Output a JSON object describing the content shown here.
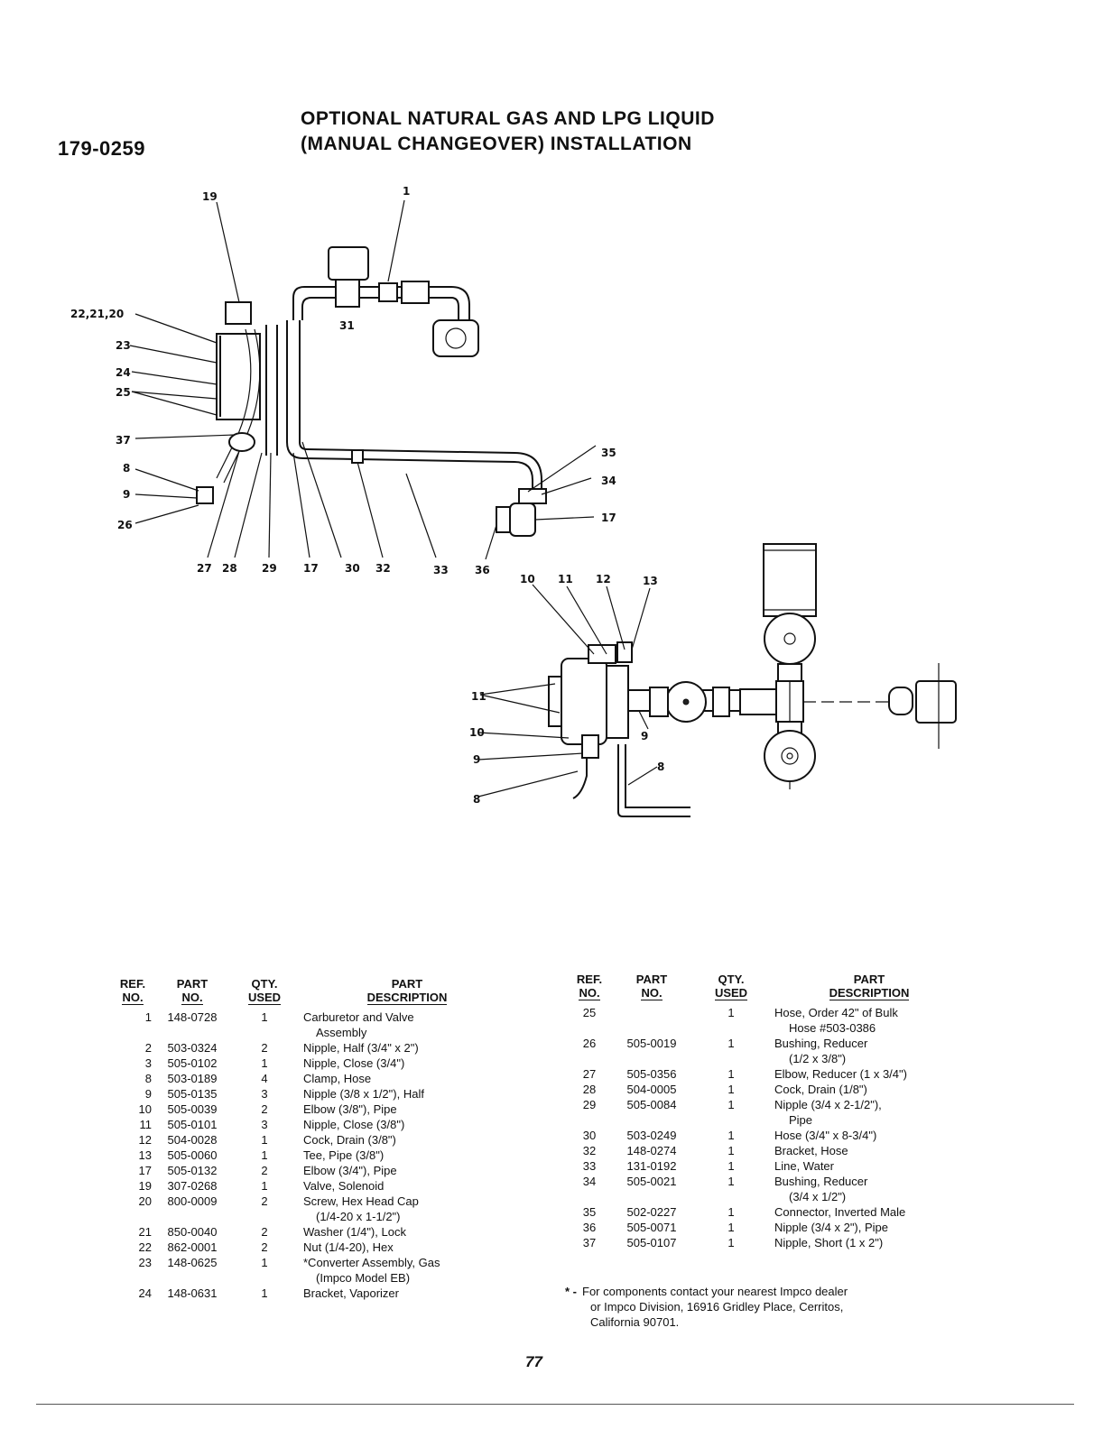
{
  "header": {
    "doc_number": "179-0259",
    "title_line1": "OPTIONAL NATURAL GAS AND LPG LIQUID",
    "title_line2": "(MANUAL CHANGEOVER) INSTALLATION"
  },
  "diagram_labels": {
    "l1": "1",
    "l19": "19",
    "l22_21_20": "22,21,20",
    "l31": "31",
    "l23": "23",
    "l24": "24",
    "l25": "25",
    "l37": "37",
    "l8": "8",
    "l9": "9",
    "l26": "26",
    "l35": "35",
    "l34": "34",
    "l17": "17",
    "bottom_27": "27",
    "bottom_28": "28",
    "bottom_29": "29",
    "bottom_17": "17",
    "bottom_30": "30",
    "bottom_32": "32",
    "bottom_33": "33",
    "bottom_36": "36",
    "l10": "10",
    "l11": "11",
    "l12": "12",
    "l13": "13",
    "side_11": "11",
    "side_10": "10",
    "side_9": "9",
    "side_8": "8",
    "mid_9": "9",
    "mid_8": "8"
  },
  "table_headers": {
    "ref_no": [
      "REF.",
      "NO."
    ],
    "part_no": [
      "PART",
      "NO."
    ],
    "qty_used": [
      "QTY.",
      "USED"
    ],
    "part_desc": [
      "PART",
      "DESCRIPTION"
    ]
  },
  "left_rows": [
    {
      "ref": "1",
      "part": "148-0728",
      "qty": "1",
      "desc": "Carburetor and Valve",
      "desc2": "Assembly"
    },
    {
      "ref": "2",
      "part": "503-0324",
      "qty": "2",
      "desc": "Nipple, Half (3/4\" x 2\")"
    },
    {
      "ref": "3",
      "part": "505-0102",
      "qty": "1",
      "desc": "Nipple, Close (3/4\")"
    },
    {
      "ref": "8",
      "part": "503-0189",
      "qty": "4",
      "desc": "Clamp, Hose"
    },
    {
      "ref": "9",
      "part": "505-0135",
      "qty": "3",
      "desc": "Nipple (3/8 x 1/2\"), Half"
    },
    {
      "ref": "10",
      "part": "505-0039",
      "qty": "2",
      "desc": "Elbow (3/8\"), Pipe"
    },
    {
      "ref": "11",
      "part": "505-0101",
      "qty": "3",
      "desc": "Nipple, Close (3/8\")"
    },
    {
      "ref": "12",
      "part": "504-0028",
      "qty": "1",
      "desc": "Cock, Drain (3/8\")"
    },
    {
      "ref": "13",
      "part": "505-0060",
      "qty": "1",
      "desc": "Tee, Pipe (3/8\")"
    },
    {
      "ref": "17",
      "part": "505-0132",
      "qty": "2",
      "desc": "Elbow (3/4\"), Pipe"
    },
    {
      "ref": "19",
      "part": "307-0268",
      "qty": "1",
      "desc": "Valve, Solenoid"
    },
    {
      "ref": "20",
      "part": "800-0009",
      "qty": "2",
      "desc": "Screw, Hex Head Cap",
      "desc2": "(1/4-20 x 1-1/2\")"
    },
    {
      "ref": "21",
      "part": "850-0040",
      "qty": "2",
      "desc": "Washer (1/4\"), Lock"
    },
    {
      "ref": "22",
      "part": "862-0001",
      "qty": "2",
      "desc": "Nut (1/4-20), Hex"
    },
    {
      "ref": "23",
      "part": "148-0625",
      "qty": "1",
      "desc": "*Converter Assembly, Gas",
      "desc2": "(Impco Model EB)"
    },
    {
      "ref": "24",
      "part": "148-0631",
      "qty": "1",
      "desc": "Bracket, Vaporizer"
    }
  ],
  "right_rows": [
    {
      "ref": "25",
      "part": "",
      "qty": "1",
      "desc": "Hose, Order 42\" of Bulk",
      "desc2": "Hose #503-0386"
    },
    {
      "ref": "26",
      "part": "505-0019",
      "qty": "1",
      "desc": "Bushing, Reducer",
      "desc2": "(1/2 x 3/8\")"
    },
    {
      "ref": "27",
      "part": "505-0356",
      "qty": "1",
      "desc": "Elbow, Reducer (1 x 3/4\")"
    },
    {
      "ref": "28",
      "part": "504-0005",
      "qty": "1",
      "desc": "Cock, Drain (1/8\")"
    },
    {
      "ref": "29",
      "part": "505-0084",
      "qty": "1",
      "desc": "Nipple (3/4 x 2-1/2\"),",
      "desc2": "Pipe"
    },
    {
      "ref": "30",
      "part": "503-0249",
      "qty": "1",
      "desc": "Hose (3/4\" x 8-3/4\")"
    },
    {
      "ref": "32",
      "part": "148-0274",
      "qty": "1",
      "desc": "Bracket, Hose"
    },
    {
      "ref": "33",
      "part": "131-0192",
      "qty": "1",
      "desc": "Line, Water"
    },
    {
      "ref": "34",
      "part": "505-0021",
      "qty": "1",
      "desc": "Bushing, Reducer",
      "desc2": "(3/4 x 1/2\")"
    },
    {
      "ref": "35",
      "part": "502-0227",
      "qty": "1",
      "desc": "Connector, Inverted Male"
    },
    {
      "ref": "36",
      "part": "505-0071",
      "qty": "1",
      "desc": "Nipple (3/4 x 2\"), Pipe"
    },
    {
      "ref": "37",
      "part": "505-0107",
      "qty": "1",
      "desc": "Nipple, Short (1 x 2\")"
    }
  ],
  "footnote": {
    "mark": "* -",
    "line1": "For components contact your nearest Impco dealer",
    "line2": "or Impco Division, 16916 Gridley Place, Cerritos,",
    "line3": "California 90701."
  },
  "page_number": "77"
}
